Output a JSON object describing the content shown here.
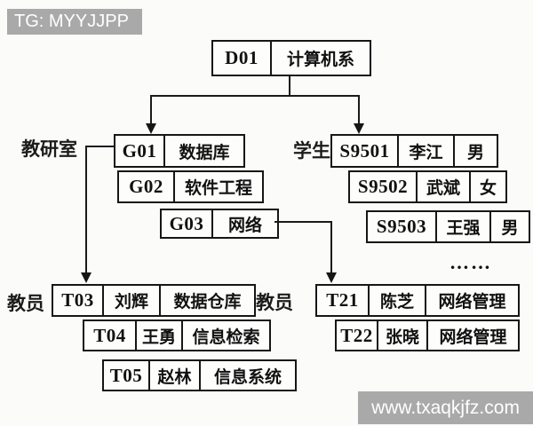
{
  "overlays": {
    "tag": "TG: MYYJJPP",
    "watermark": "www.txaqkjfz.com"
  },
  "colors": {
    "overlay_bg": "#a9a9a9",
    "overlay_text": "#ffffff",
    "line": "#1a1a1a",
    "box_border": "#161616",
    "background": "#fbfbf9"
  },
  "diagram": {
    "root": {
      "cells": [
        "D01",
        "计算机系"
      ]
    },
    "labels": {
      "group": "教研室",
      "student": "学生",
      "teacher_left": "教员",
      "teacher_right": "教员"
    },
    "groups": [
      {
        "cells": [
          "G01",
          "数据库"
        ]
      },
      {
        "cells": [
          "G02",
          "软件工程"
        ]
      },
      {
        "cells": [
          "G03",
          "网络"
        ]
      }
    ],
    "students": [
      {
        "cells": [
          "S9501",
          "李江",
          "男"
        ]
      },
      {
        "cells": [
          "S9502",
          "武斌",
          "女"
        ]
      },
      {
        "cells": [
          "S9503",
          "王强",
          "男"
        ]
      }
    ],
    "teachers_left": [
      {
        "cells": [
          "T03",
          "刘辉",
          "数据仓库"
        ]
      },
      {
        "cells": [
          "T04",
          "王勇",
          "信息检索"
        ]
      },
      {
        "cells": [
          "T05",
          "赵林",
          "信息系统"
        ]
      }
    ],
    "teachers_right": [
      {
        "cells": [
          "T21",
          "陈芝",
          "网络管理"
        ]
      },
      {
        "cells": [
          "T22",
          "张晓",
          "网络管理"
        ]
      }
    ],
    "ellipsis": "……"
  }
}
